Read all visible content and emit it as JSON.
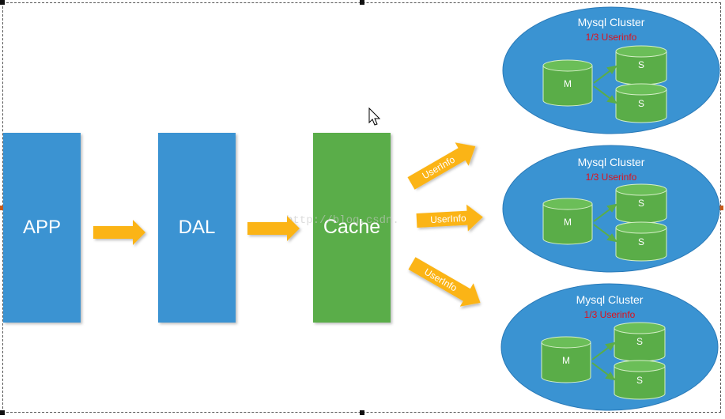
{
  "boxes": {
    "app": "APP",
    "dal": "DAL",
    "cache": "Cache"
  },
  "arrow_label": "UserInfo",
  "clusters": [
    {
      "title": "Mysql Cluster",
      "subtitle": "1/3 Userinfo",
      "master": "M",
      "slaves": [
        "S",
        "S"
      ]
    },
    {
      "title": "Mysql Cluster",
      "subtitle": "1/3 Userinfo",
      "master": "M",
      "slaves": [
        "S",
        "S"
      ]
    },
    {
      "title": "Mysql Cluster",
      "subtitle": "1/3 Userinfo",
      "master": "M",
      "slaves": [
        "S",
        "S"
      ]
    }
  ],
  "watermark": "http://blog.csdn.",
  "colors": {
    "blue_box": "#3a93d2",
    "green_box": "#5aad48",
    "arrow": "#fbb415",
    "cluster_fill": "#3a93d2",
    "db_fill": "#5aad48",
    "subtitle_red": "#e0101a"
  }
}
